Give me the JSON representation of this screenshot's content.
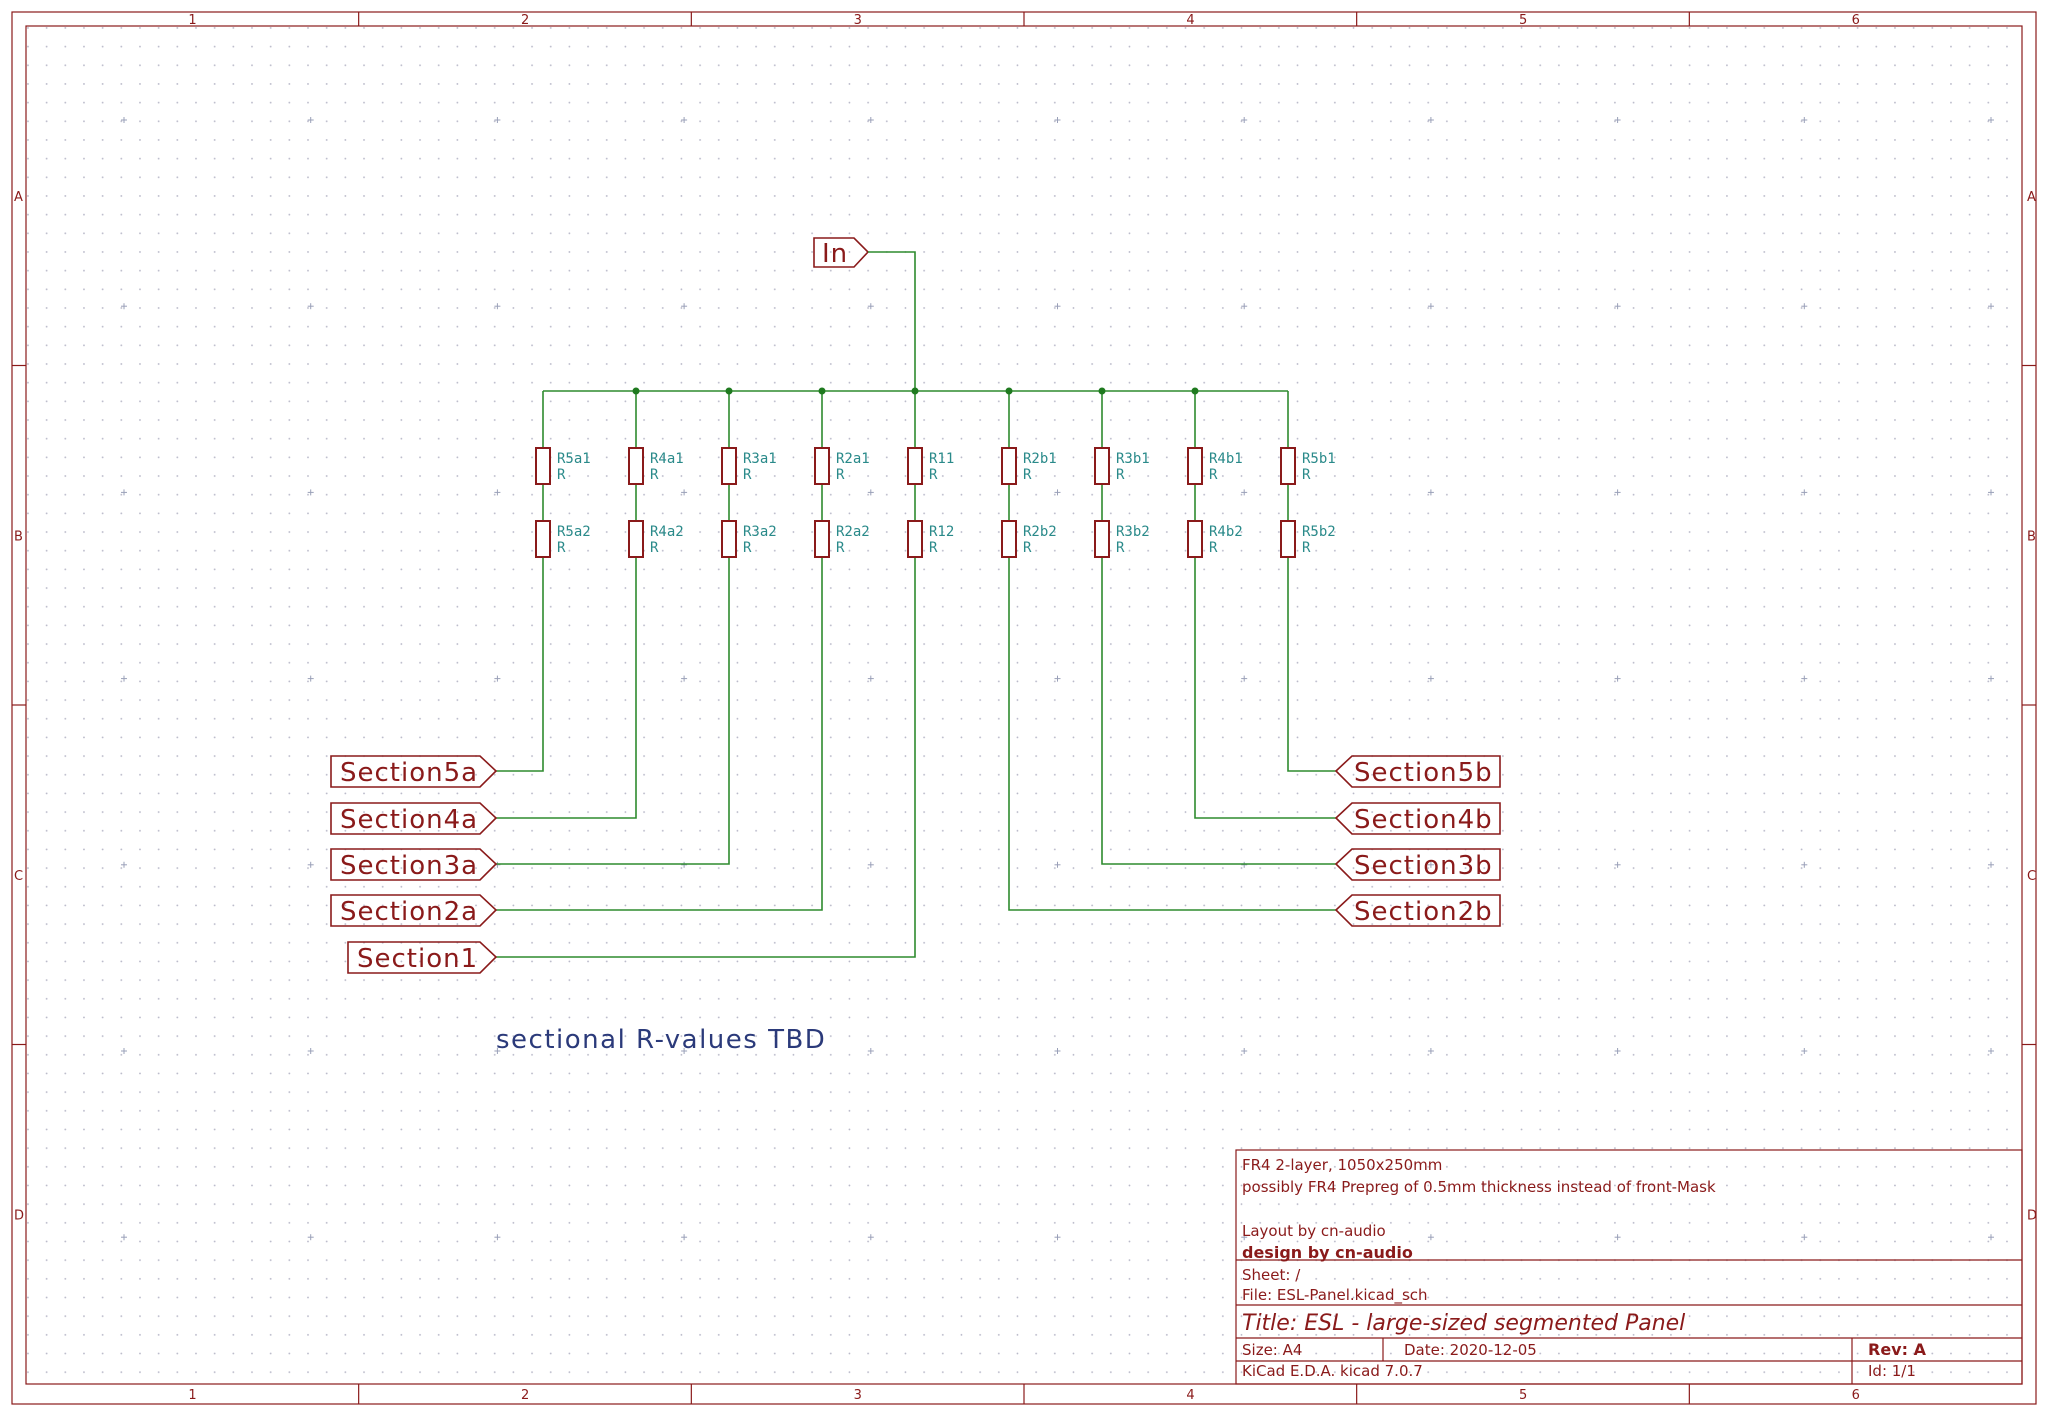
{
  "frame": {
    "columns": [
      "1",
      "2",
      "3",
      "4",
      "5",
      "6"
    ],
    "rows": [
      "A",
      "B",
      "C",
      "D"
    ]
  },
  "schematic": {
    "input_label": "In",
    "resistors_top": [
      {
        "ref": "R5a1",
        "value": "R"
      },
      {
        "ref": "R4a1",
        "value": "R"
      },
      {
        "ref": "R3a1",
        "value": "R"
      },
      {
        "ref": "R2a1",
        "value": "R"
      },
      {
        "ref": "R11",
        "value": "R"
      },
      {
        "ref": "R2b1",
        "value": "R"
      },
      {
        "ref": "R3b1",
        "value": "R"
      },
      {
        "ref": "R4b1",
        "value": "R"
      },
      {
        "ref": "R5b1",
        "value": "R"
      }
    ],
    "resistors_bottom": [
      {
        "ref": "R5a2",
        "value": "R"
      },
      {
        "ref": "R4a2",
        "value": "R"
      },
      {
        "ref": "R3a2",
        "value": "R"
      },
      {
        "ref": "R2a2",
        "value": "R"
      },
      {
        "ref": "R12",
        "value": "R"
      },
      {
        "ref": "R2b2",
        "value": "R"
      },
      {
        "ref": "R3b2",
        "value": "R"
      },
      {
        "ref": "R4b2",
        "value": "R"
      },
      {
        "ref": "R5b2",
        "value": "R"
      }
    ],
    "left_labels": [
      "Section5a",
      "Section4a",
      "Section3a",
      "Section2a",
      "Section1"
    ],
    "right_labels": [
      "Section5b",
      "Section4b",
      "Section3b",
      "Section2b"
    ],
    "note": "sectional R-values TBD"
  },
  "title_block": {
    "comment1": "FR4 2-layer, 1050x250mm",
    "comment2": "possibly FR4 Prepreg of 0.5mm thickness instead of front-Mask",
    "comment3": "Layout by cn-audio",
    "comment4": "design by cn-audio",
    "sheet": "Sheet: /",
    "file": "File: ESL-Panel.kicad_sch",
    "title": "Title: ESL - large-sized segmented Panel",
    "size": "Size: A4",
    "date": "Date: 2020-12-05",
    "rev": "Rev: A",
    "tool": "KiCad E.D.A.  kicad 7.0.7",
    "id": "Id: 1/1"
  },
  "colors": {
    "border": "#8a1a1a",
    "wire": "#2e8b2e",
    "reference": "#2a8a8a",
    "note": "#2b3a7a",
    "grid": "#b8b8c8"
  }
}
